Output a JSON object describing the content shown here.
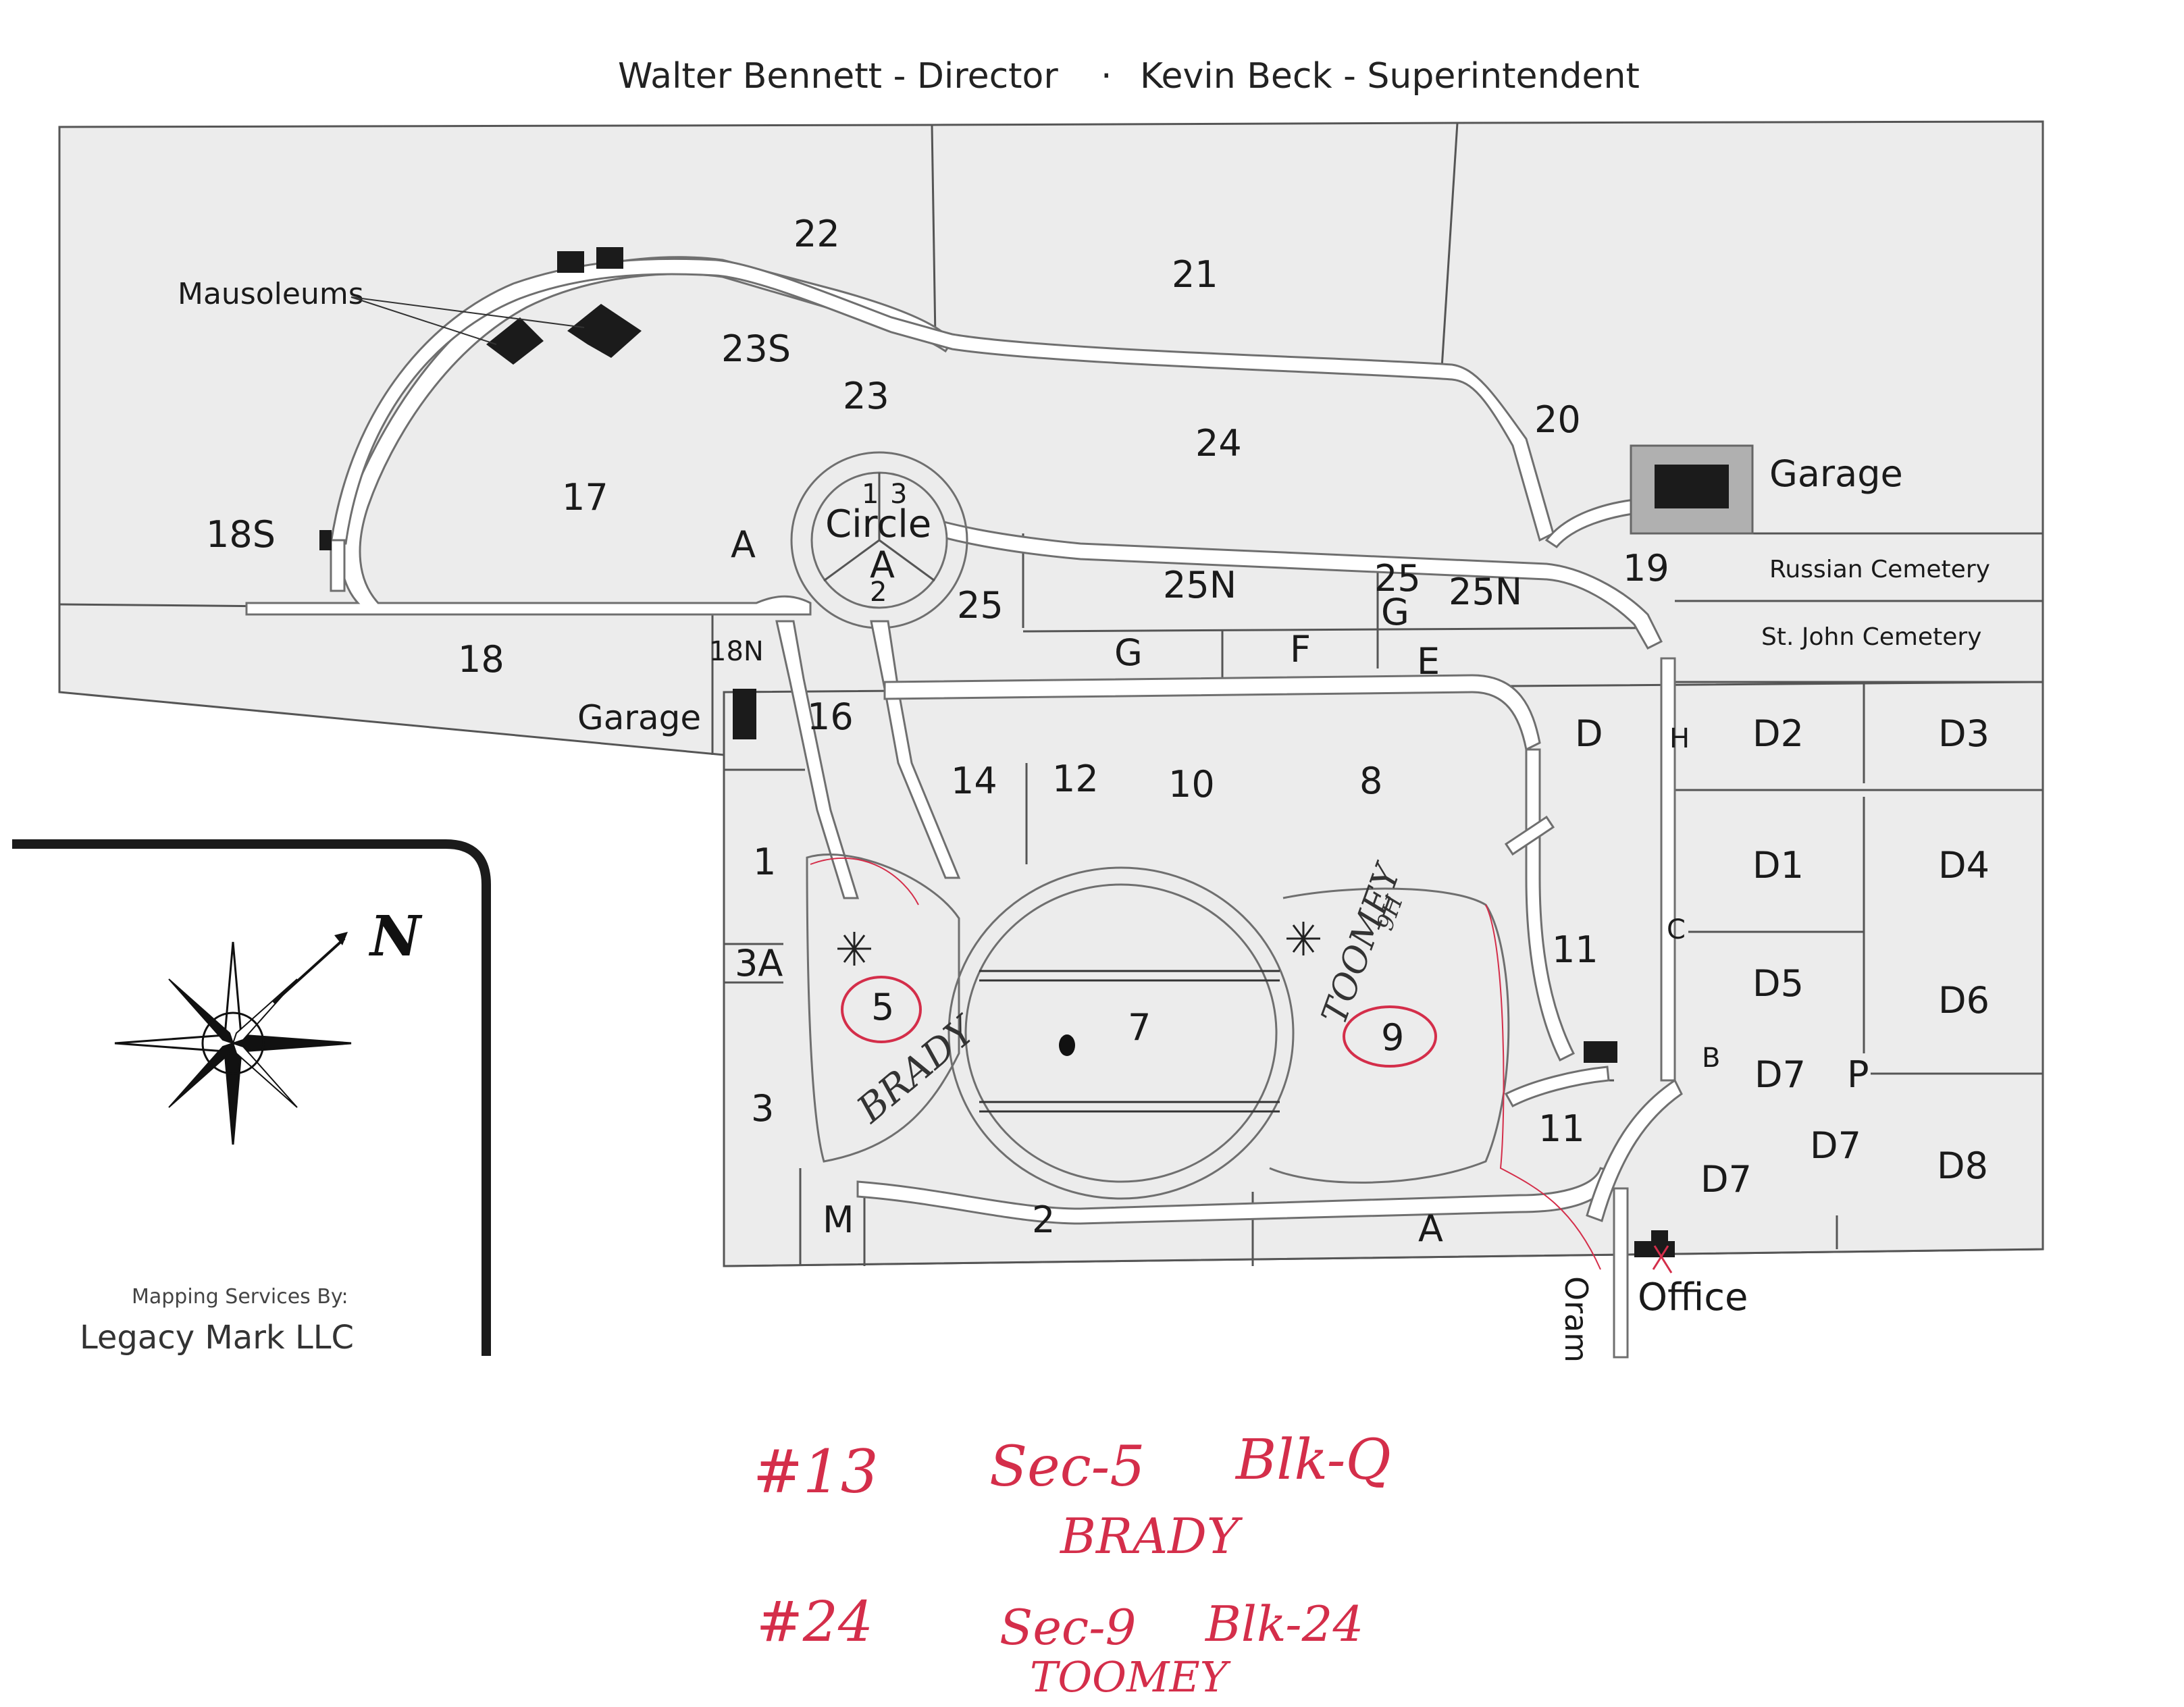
{
  "header": {
    "director": "Walter Bennett - Director",
    "separator": "·",
    "superintendent": "Kevin Beck - Superintendent"
  },
  "labels": {
    "mausoleums": "Mausoleums",
    "garage_upper": "Garage",
    "garage_lower": "Garage",
    "circle": "Circle",
    "russian_cemetery": "Russian Cemetery",
    "st_john_cemetery": "St. John Cemetery",
    "office": "Office",
    "street": "Oram",
    "north": "N"
  },
  "sections": {
    "s22": "22",
    "s21": "21",
    "s23S": "23S",
    "s23": "23",
    "s24": "24",
    "s20": "20",
    "s17": "17",
    "s18S": "18S",
    "sA1": "A",
    "s18": "18",
    "s18N": "18N",
    "s16": "16",
    "s25": "25",
    "s25N_a": "25N",
    "s25G_top": "25",
    "s25G_bottom": "G",
    "s25N_b": "25N",
    "s19": "19",
    "sG": "G",
    "sF": "F",
    "sE": "E",
    "sD": "D",
    "sH": "H",
    "sD2": "D2",
    "sD3": "D3",
    "s14": "14",
    "s12": "12",
    "s10": "10",
    "s8": "8",
    "sD1": "D1",
    "sD4": "D4",
    "s1": "1",
    "s3A": "3A",
    "s3": "3",
    "s5": "5",
    "s7": "7",
    "s9": "9",
    "s11a": "11",
    "s11b": "11",
    "sC": "C",
    "sD5": "D5",
    "sD6": "D6",
    "sB": "B",
    "sD7a": "D7",
    "sP": "P",
    "sD7b": "D7",
    "sD7c": "D7",
    "sD8": "D8",
    "sM": "M",
    "s2": "2",
    "sA2": "A",
    "circle_1": "1",
    "circle_3": "3",
    "circle_A": "A",
    "circle_2": "2"
  },
  "credit": {
    "line1": "Mapping Services By:",
    "line2": "Legacy Mark LLC"
  },
  "handwritten": {
    "map_brady": "BRADY",
    "map_toomey": "TOOMEY",
    "map_toomey_suffix": "9H",
    "note1_num": "#13",
    "note1_sec": "Sec-5",
    "note1_blk": "Blk-Q",
    "note1_name": "BRADY",
    "note2_num": "#24",
    "note2_sec": "Sec-9",
    "note2_blk": "Blk-24",
    "note2_name": "TOOMEY"
  },
  "colors": {
    "ink": "#1a1a1a",
    "handwriting": "#d42e4a",
    "grounds": "#ececec",
    "paths": "#ffffff"
  }
}
